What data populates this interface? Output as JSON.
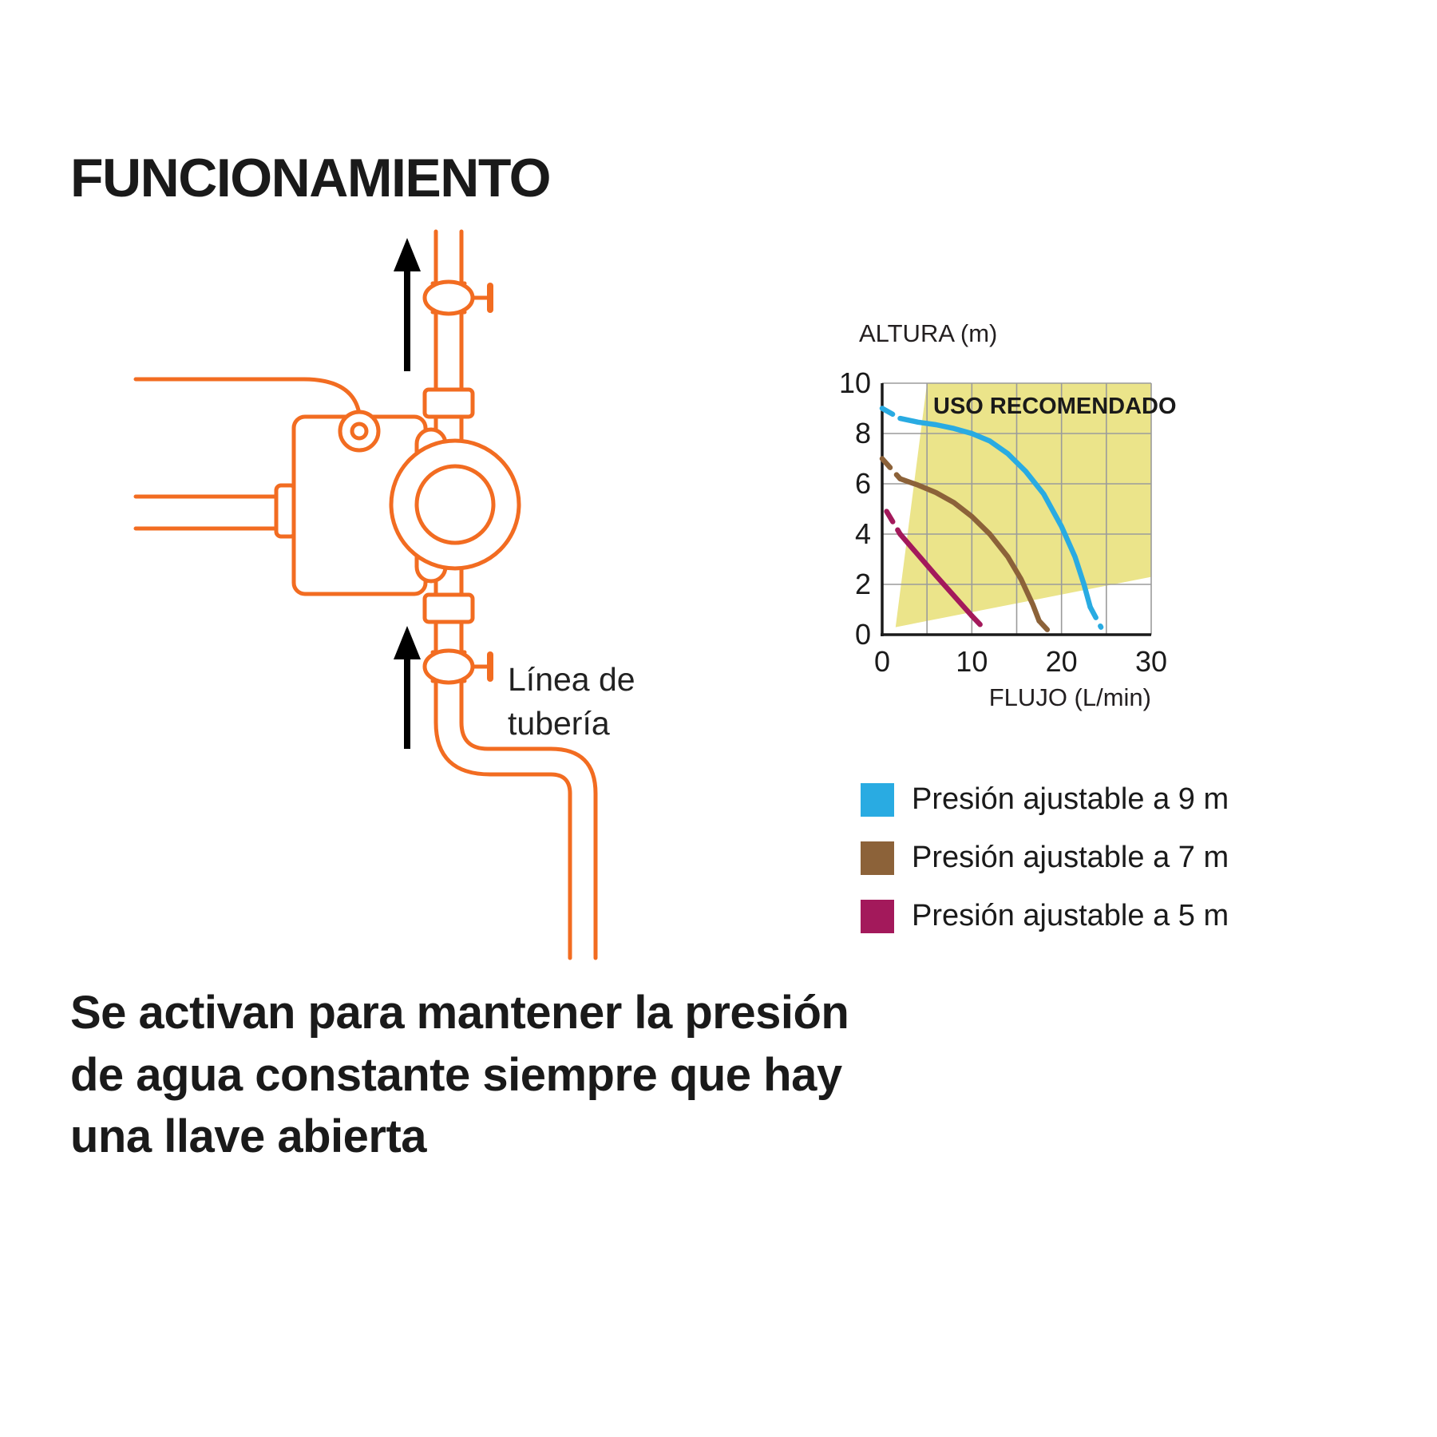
{
  "page": {
    "title": "FUNCIONAMIENTO",
    "body_lines": [
      "Se activan para mantener la presión",
      "de agua constante siempre que hay",
      "una llave abierta"
    ]
  },
  "diagram": {
    "pipe_label_lines": [
      "Línea de",
      "tubería"
    ],
    "pipe_color": "#F26C21",
    "arrow_color": "#000000"
  },
  "chart_data": {
    "type": "line",
    "title": "",
    "ylabel": "ALTURA (m)",
    "xlabel": "FLUJO (L/min)",
    "xlim": [
      0,
      30
    ],
    "ylim": [
      0,
      10
    ],
    "x_ticks": [
      0,
      10,
      20,
      30
    ],
    "y_ticks": [
      0,
      2,
      4,
      6,
      8,
      10
    ],
    "grid_step_x": 5,
    "grid_step_y": 2,
    "grid_on": true,
    "grid_color": "#9b9b9b",
    "axis_color": "#1a1a1a",
    "region": {
      "label": "USO RECOMENDADO",
      "color": "#ebe48a",
      "polygon": [
        [
          5,
          10
        ],
        [
          30,
          10
        ],
        [
          30,
          2.3
        ],
        [
          1.5,
          0.3
        ]
      ]
    },
    "legend_position": "bottom-left",
    "series": [
      {
        "name": "Presión ajustable a 9 m",
        "color": "#29abe2",
        "dashed_head": [
          [
            0,
            9
          ],
          [
            2,
            8.6
          ]
        ],
        "solid": [
          [
            2,
            8.6
          ],
          [
            4,
            8.45
          ],
          [
            6,
            8.35
          ],
          [
            8,
            8.2
          ],
          [
            10,
            8.0
          ],
          [
            12,
            7.7
          ],
          [
            14,
            7.2
          ],
          [
            16,
            6.5
          ],
          [
            18,
            5.6
          ],
          [
            20,
            4.3
          ],
          [
            21.5,
            3.1
          ],
          [
            22.5,
            2.0
          ],
          [
            23.2,
            1.1
          ]
        ],
        "dashed_tail": [
          [
            23.2,
            1.1
          ],
          [
            24.4,
            0.3
          ]
        ]
      },
      {
        "name": "Presión ajustable a 7 m",
        "color": "#8c6239",
        "dashed_head": [
          [
            0,
            7
          ],
          [
            2,
            6.2
          ]
        ],
        "solid": [
          [
            2,
            6.2
          ],
          [
            4,
            5.95
          ],
          [
            6,
            5.65
          ],
          [
            8,
            5.25
          ],
          [
            10,
            4.7
          ],
          [
            12,
            4.0
          ],
          [
            14,
            3.1
          ],
          [
            15.5,
            2.2
          ],
          [
            16.8,
            1.2
          ],
          [
            17.5,
            0.55
          ]
        ],
        "dashed_tail": [
          [
            17.5,
            0.55
          ],
          [
            18.8,
            0.05
          ]
        ]
      },
      {
        "name": "Presión ajustable a 5 m",
        "color": "#a3195b",
        "dashed_head": [
          [
            0.5,
            4.9
          ],
          [
            2,
            4.0
          ]
        ],
        "solid": [
          [
            2,
            4.0
          ],
          [
            6,
            2.35
          ],
          [
            10,
            0.75
          ]
        ],
        "dashed_tail": [
          [
            10,
            0.75
          ],
          [
            11.6,
            0.15
          ]
        ]
      }
    ]
  }
}
